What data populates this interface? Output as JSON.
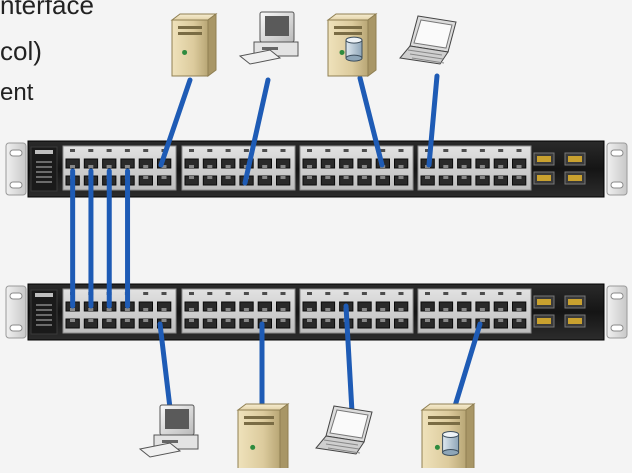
{
  "slide_text": {
    "line_1": "nterface",
    "line_2": "col)",
    "line_3": "ent"
  },
  "colors": {
    "cable": "#1e5bb5",
    "switch_body": "#1b1b1b",
    "switch_panel": "#c9c9c9",
    "port": "#2a2a2a",
    "server": "#d9c79a",
    "background": "#f4f4f4"
  },
  "diagram": {
    "switches": [
      {
        "name": "top-switch",
        "copper_ports": 48,
        "uplink_ports": 4
      },
      {
        "name": "bottom-switch",
        "copper_ports": 48,
        "uplink_ports": 4
      }
    ],
    "top_devices": [
      "server-tower-icon",
      "desktop-computer-icon",
      "database-server-icon",
      "laptop-icon"
    ],
    "bottom_devices": [
      "desktop-computer-icon",
      "server-tower-icon",
      "laptop-icon",
      "database-server-icon"
    ],
    "inter_switch_links": 4
  }
}
